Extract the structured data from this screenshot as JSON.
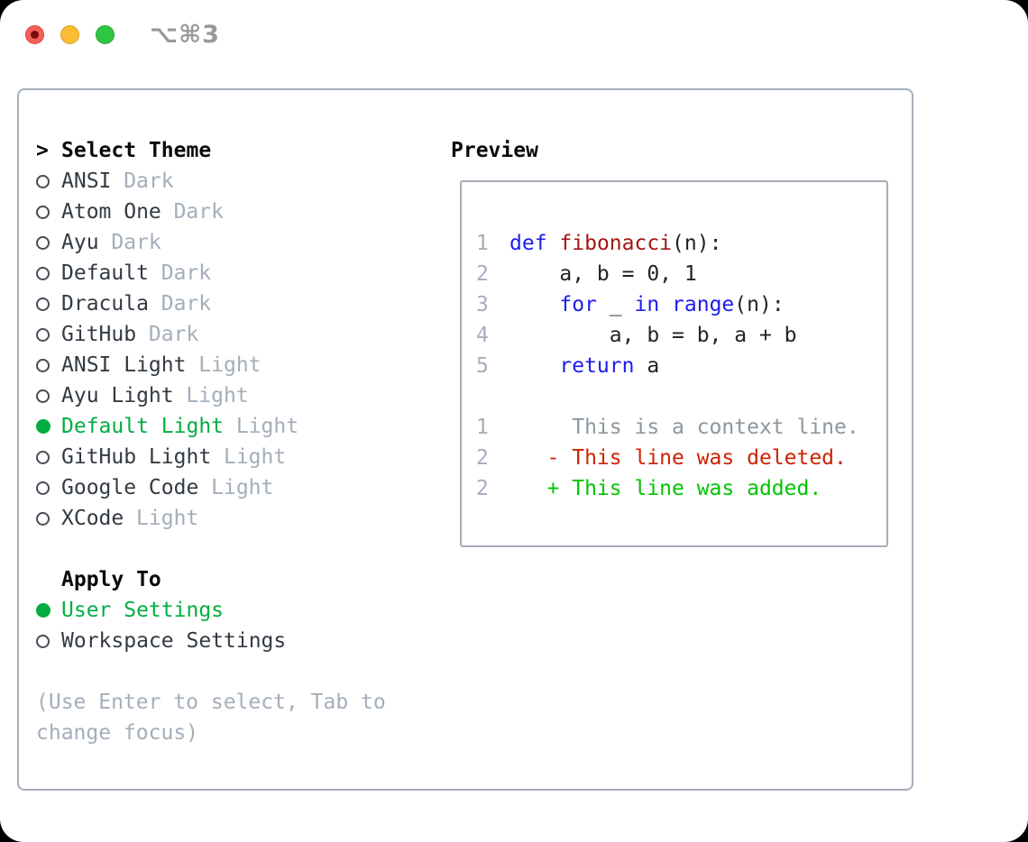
{
  "titlebar": {
    "shortcut": "⌥⌘3",
    "buttons": [
      "close",
      "minimize",
      "zoom"
    ]
  },
  "theme_picker": {
    "pointer": ">",
    "title": "Select Theme",
    "items": [
      {
        "name": "ANSI",
        "variant": "Dark",
        "selected": false
      },
      {
        "name": "Atom One",
        "variant": "Dark",
        "selected": false
      },
      {
        "name": "Ayu",
        "variant": "Dark",
        "selected": false
      },
      {
        "name": "Default",
        "variant": "Dark",
        "selected": false
      },
      {
        "name": "Dracula",
        "variant": "Dark",
        "selected": false
      },
      {
        "name": "GitHub",
        "variant": "Dark",
        "selected": false
      },
      {
        "name": "ANSI Light",
        "variant": "Light",
        "selected": false
      },
      {
        "name": "Ayu Light",
        "variant": "Light",
        "selected": false
      },
      {
        "name": "Default Light",
        "variant": "Light",
        "selected": true
      },
      {
        "name": "GitHub Light",
        "variant": "Light",
        "selected": false
      },
      {
        "name": "Google Code",
        "variant": "Light",
        "selected": false
      },
      {
        "name": "XCode",
        "variant": "Light",
        "selected": false
      }
    ]
  },
  "apply_to": {
    "title": "Apply To",
    "options": [
      {
        "label": "User Settings",
        "selected": true
      },
      {
        "label": "Workspace Settings",
        "selected": false
      }
    ]
  },
  "help_text": "(Use Enter to select, Tab to change focus)",
  "preview": {
    "title": "Preview",
    "lines": [
      {
        "type": "blank"
      },
      {
        "type": "code",
        "num": "1",
        "tokens": [
          [
            "kw",
            "def"
          ],
          [
            "pl",
            " "
          ],
          [
            "fn",
            "fibonacci"
          ],
          [
            "pl",
            "(n):"
          ]
        ]
      },
      {
        "type": "code",
        "num": "2",
        "tokens": [
          [
            "pl",
            "    a, b = 0, 1"
          ]
        ]
      },
      {
        "type": "code",
        "num": "3",
        "tokens": [
          [
            "pl",
            "    "
          ],
          [
            "kw",
            "for"
          ],
          [
            "pl",
            " _ "
          ],
          [
            "kw",
            "in"
          ],
          [
            "pl",
            " "
          ],
          [
            "kw",
            "range"
          ],
          [
            "pl",
            "(n):"
          ]
        ]
      },
      {
        "type": "code",
        "num": "4",
        "tokens": [
          [
            "pl",
            "        a, b = b, a + b"
          ]
        ]
      },
      {
        "type": "code",
        "num": "5",
        "tokens": [
          [
            "pl",
            "    "
          ],
          [
            "kw",
            "return"
          ],
          [
            "pl",
            " a"
          ]
        ]
      },
      {
        "type": "blank"
      },
      {
        "type": "diff-context",
        "num": "1",
        "text": "     This is a context line."
      },
      {
        "type": "diff-del",
        "num": "2",
        "text": "   - This line was deleted."
      },
      {
        "type": "diff-add",
        "num": "2",
        "text": "   + This line was added."
      },
      {
        "type": "blank"
      }
    ]
  },
  "colors": {
    "selection_green": "#00ae41",
    "added_green": "#00c400",
    "deleted_red": "#cc2200",
    "keyword_blue": "#1c1cf0",
    "function_red": "#a41515",
    "panel_border": "#a6aebb"
  }
}
